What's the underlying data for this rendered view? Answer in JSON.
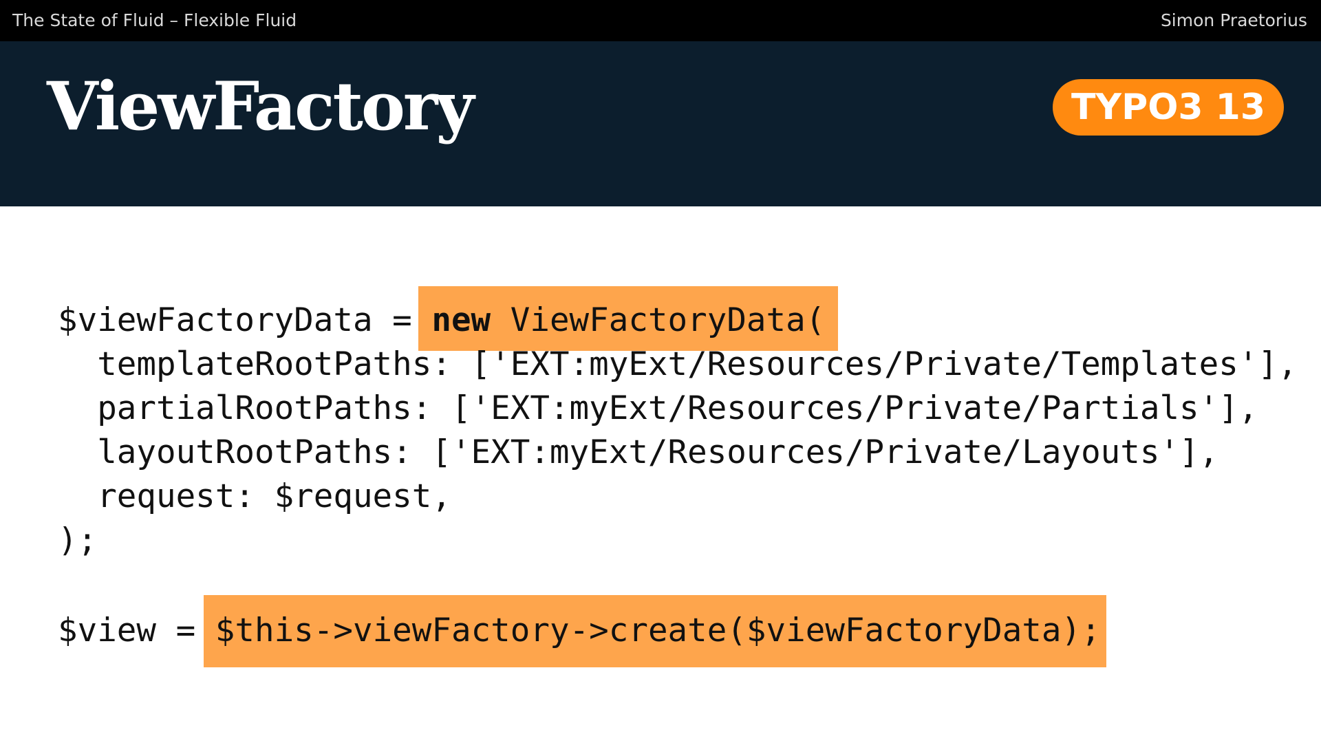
{
  "topbar": {
    "talk_title": "The State of Fluid – Flexible Fluid",
    "speaker": "Simon Praetorius"
  },
  "slide": {
    "title": "ViewFactory",
    "badge": "TYPO3 13"
  },
  "code": {
    "line1_var": "$viewFactoryData",
    "line1_assign": " = ",
    "line1_keyword": "new",
    "line1_call": " ViewFactoryData(",
    "line2": "  templateRootPaths: ['EXT:myExt/Resources/Private/Templates'],",
    "line3": "  partialRootPaths: ['EXT:myExt/Resources/Private/Partials'],",
    "line4": "  layoutRootPaths: ['EXT:myExt/Resources/Private/Layouts'],",
    "line5": "  request: $request,",
    "line6": ");",
    "line7_var": "$view",
    "line7_assign": " = ",
    "line7_call": "$this->viewFactory->create($viewFactoryData);"
  },
  "colors": {
    "top_bar": "#000000",
    "header": "#0c1e2d",
    "badge": "#ff8a10",
    "highlight": "#fea54c"
  }
}
